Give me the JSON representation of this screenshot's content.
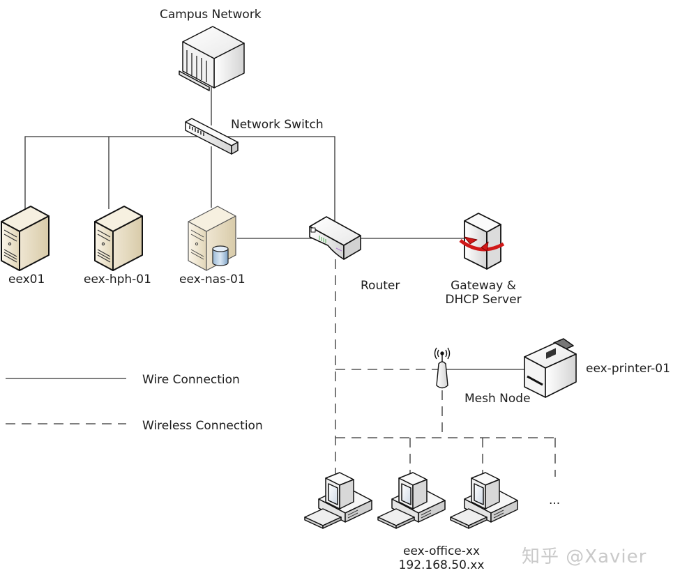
{
  "diagram": {
    "title": "Campus network topology",
    "nodes": {
      "campus": {
        "label": "Campus Network",
        "icon": "campus-building-icon"
      },
      "switch": {
        "label": "Network Switch",
        "icon": "network-switch-icon"
      },
      "eex01": {
        "label": "eex01",
        "icon": "server-tower-icon"
      },
      "hph": {
        "label": "eex-hph-01",
        "icon": "server-tower-icon"
      },
      "nas": {
        "label": "eex-nas-01",
        "icon": "nas-server-icon"
      },
      "router": {
        "label": "Router",
        "icon": "router-icon"
      },
      "gateway": {
        "label_line1": "Gateway &",
        "label_line2": "DHCP Server",
        "icon": "gateway-server-icon"
      },
      "mesh": {
        "label": "Mesh Node",
        "icon": "wireless-antenna-icon"
      },
      "printer": {
        "label": "eex-printer-01",
        "icon": "printer-icon"
      },
      "office": {
        "label_line1": "eex-office-xx",
        "label_line2": "192.168.50.xx",
        "icon": "desktop-pc-icon",
        "count_shown": 3,
        "more": "..."
      }
    },
    "connections": [
      {
        "from": "campus",
        "to": "switch",
        "type": "wire"
      },
      {
        "from": "switch",
        "to": "eex01",
        "type": "wire"
      },
      {
        "from": "switch",
        "to": "eex-hph-01",
        "type": "wire"
      },
      {
        "from": "switch",
        "to": "eex-nas-01",
        "type": "wire"
      },
      {
        "from": "switch",
        "to": "router",
        "type": "wire"
      },
      {
        "from": "eex-nas-01",
        "to": "router",
        "type": "wire"
      },
      {
        "from": "router",
        "to": "gateway",
        "type": "wire"
      },
      {
        "from": "router",
        "to": "mesh",
        "type": "wireless"
      },
      {
        "from": "mesh",
        "to": "printer",
        "type": "wire"
      },
      {
        "from": "mesh",
        "to": "office",
        "type": "wireless"
      }
    ],
    "legend": {
      "wire": "Wire Connection",
      "wireless": "Wireless Connection"
    },
    "watermark": "知乎 @Xavier"
  }
}
